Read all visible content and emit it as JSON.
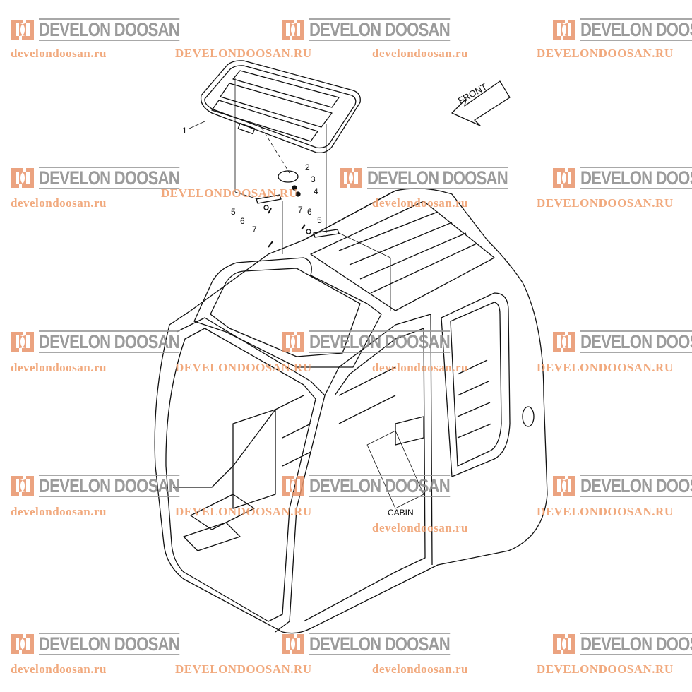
{
  "watermark": {
    "logo_text": "DEVELON DOOSAN",
    "url_lower": "develondoosan.ru",
    "url_upper": "DEVELONDOOSAN.RU",
    "logo_color": "#e8946a",
    "text_color": "#8a8a8a"
  },
  "diagram": {
    "front_label": "FRONT",
    "cabin_label": "CABIN",
    "callouts": [
      "1",
      "2",
      "3",
      "4",
      "5",
      "6",
      "7",
      "7",
      "6",
      "5"
    ]
  }
}
